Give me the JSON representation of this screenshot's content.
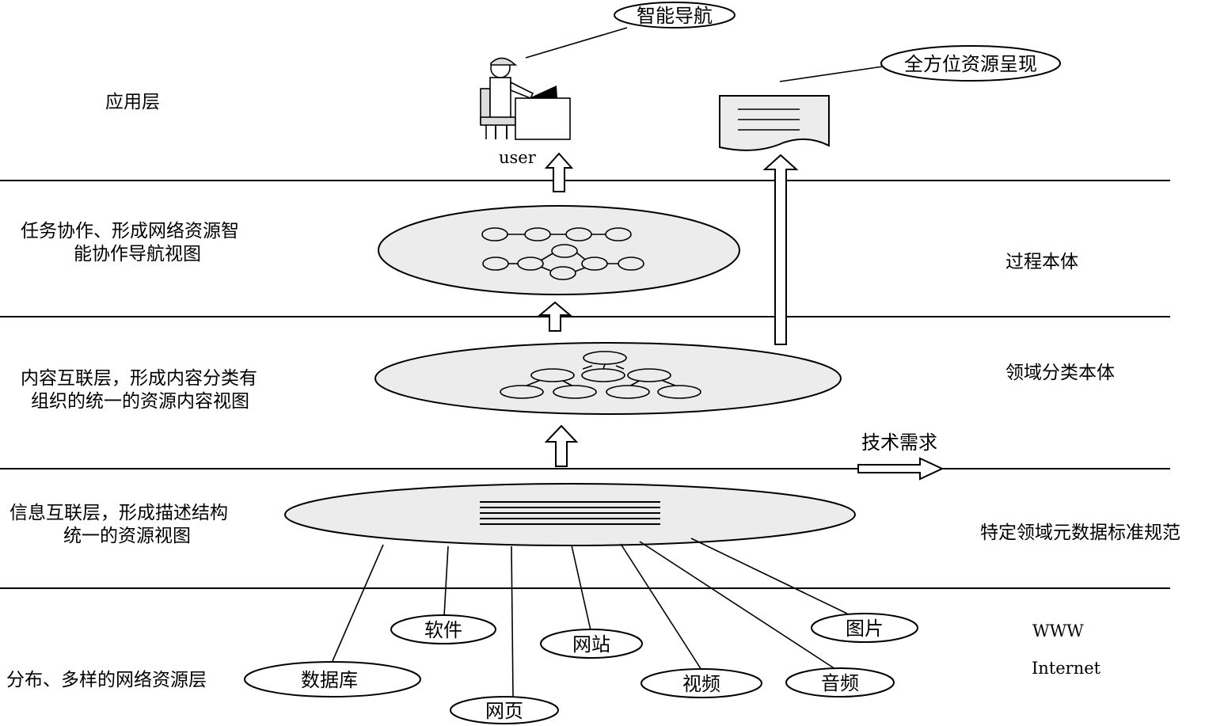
{
  "layers": {
    "application": "应用层",
    "task_collab": [
      "任务协作、形成网络资源智",
      "能协作导航视图"
    ],
    "content_link": [
      "内容互联层，形成内容分类有",
      "组织的统一的资源内容视图"
    ],
    "info_link": [
      "信息互联层，形成描述结构",
      "统一的资源视图"
    ],
    "distributed": "分布、多样的网络资源层"
  },
  "right_labels": {
    "process_ontology": "过程本体",
    "domain_ontology": "领域分类本体",
    "metadata_standard": "特定领域元数据标准规范",
    "www": "WWW",
    "internet": "Internet"
  },
  "callouts": {
    "smart_nav": "智能导航",
    "full_presentation": "全方位资源呈现",
    "user": "user",
    "tech_demand": "技术需求"
  },
  "resources": {
    "software": "软件",
    "website": "网站",
    "image": "图片",
    "database": "数据库",
    "webpage": "网页",
    "video": "视频",
    "audio": "音频"
  },
  "icons": [
    "user-at-computer-icon",
    "document-icon"
  ]
}
